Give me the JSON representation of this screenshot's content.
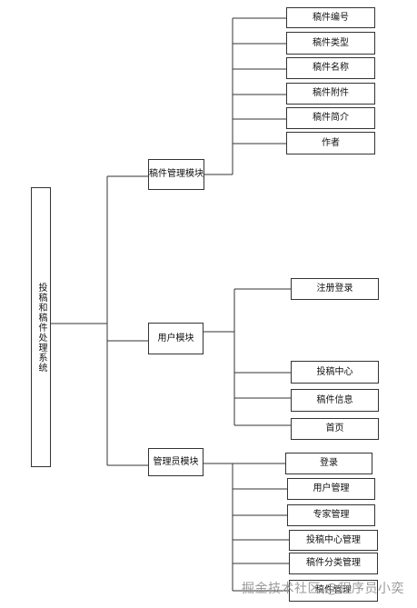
{
  "root": {
    "label": "投稿和稿件处理系统"
  },
  "modules": {
    "manuscript": {
      "label": "稿件管理模块",
      "items": [
        "稿件编号",
        "稿件类型",
        "稿件名称",
        "稿件附件",
        "稿件简介",
        "作者"
      ]
    },
    "user": {
      "label": "用户模块",
      "items": [
        "注册登录",
        "投稿中心",
        "稿件信息",
        "首页"
      ]
    },
    "admin": {
      "label": "管理员模块",
      "items": [
        "登录",
        "用户管理",
        "专家管理",
        "投稿中心管理",
        "稿件分类管理",
        "稿件管理"
      ]
    }
  },
  "watermark": "掘金技术社区 @程序员小奕",
  "colors": {
    "line": "#333333",
    "border": "#333333",
    "watermark": "#9a9a9a"
  }
}
